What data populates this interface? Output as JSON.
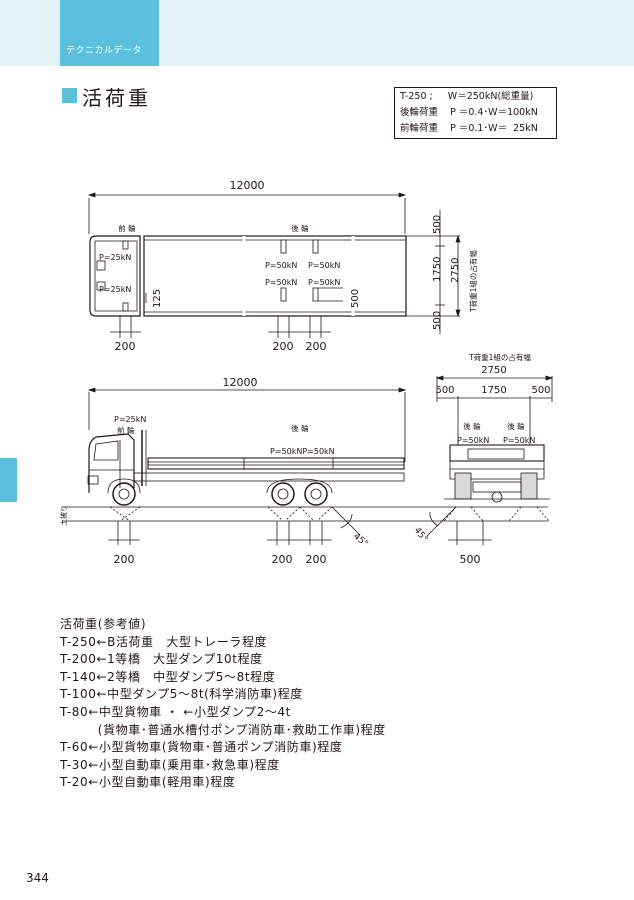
{
  "header": {
    "section_tab": "テクニカルデータ",
    "title": "活荷重"
  },
  "spec_box": {
    "lines": [
      "T-250 ;     W＝250kN(総重量)",
      "後輪荷重    P ＝0.4･W＝100kN",
      "前輪荷重    P ＝0.1･W＝  25kN"
    ]
  },
  "plan_view": {
    "length": "12000",
    "front_wheel_label": "前 輪",
    "rear_wheel_label": "後 輪",
    "front_loads": [
      "P=25kN",
      "P=25kN"
    ],
    "rear_loads": [
      "P=50kN",
      "P=50kN",
      "P=50kN",
      "P=50kN"
    ],
    "dim_125": "125",
    "dim_500_inner": "500",
    "dim_500_top": "500",
    "dim_1750": "1750",
    "dim_500_bottom": "500",
    "dim_2750": "2750",
    "occupied_width_v": "T荷重1組の占有幅",
    "dims_bottom": [
      "200",
      "200",
      "200"
    ]
  },
  "side_view": {
    "length": "12000",
    "front_load": "P=25kN",
    "front_wheel_label": "前 輪",
    "rear_wheel_label": "後 輪",
    "rear_loads": "P=50kNP=50kN",
    "soil_label": "土被り",
    "angle_1": "45°",
    "angle_2": "45°",
    "dims_bottom": [
      "200",
      "200",
      "200"
    ]
  },
  "rear_view": {
    "occupied_width": "T荷重1組の占有幅",
    "dim_2750": "2750",
    "dims": [
      "500",
      "1750",
      "500"
    ],
    "wheel_labels": [
      "後 輪",
      "後 輪"
    ],
    "loads": [
      "P=50kN",
      "P=50kN"
    ],
    "dim_bottom": "500"
  },
  "reference": {
    "lines": [
      "活荷重(参考値)",
      "T-250←B活荷重　大型トレーラ程度",
      "T-200←1等橋　大型ダンプ10t程度",
      "T-140←2等橋　中型ダンプ5～8t程度",
      "T-100←中型ダンプ5～8t(科学消防車)程度",
      "T-80←中型貨物車 ・ ←小型ダンプ2～4t",
      "　　　(貨物車･普通水槽付ポンプ消防車･救助工作車)程度",
      "T-60←小型貨物車(貨物車･普通ポンプ消防車)程度",
      "T-30←小型自動車(乗用車･救急車)程度",
      "T-20←小型自動車(軽用車)程度"
    ]
  },
  "page_number": "344",
  "colors": {
    "accent": "#5bc0de",
    "band": "#e3f2f8",
    "text": "#231815"
  }
}
